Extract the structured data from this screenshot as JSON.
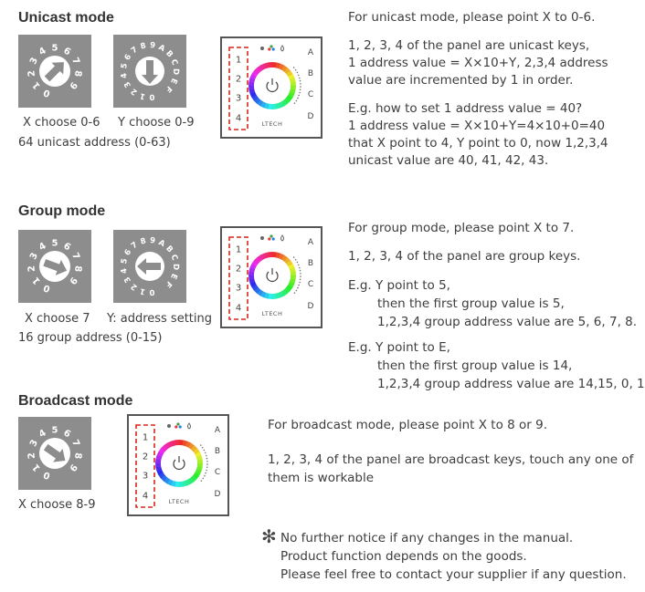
{
  "unicast": {
    "title": "Unicast mode",
    "x_caption": "X choose 0-6",
    "y_caption": "Y choose 0-9",
    "address_caption": "64 unicast address (0-63)",
    "lines": [
      "For unicast mode, please point X to 0-6.",
      "1, 2, 3, 4  of the panel are unicast keys,",
      "1 address value = X×10+Y, 2,3,4 address",
      "value are incremented by 1 in order.",
      "E.g.  how to set 1 address value = 40?",
      "1 address value = X×10+Y=4×10+0=40",
      "that X point to 4, Y point to 0, now 1,2,3,4",
      "unicast value are 40, 41, 42, 43."
    ]
  },
  "group": {
    "title": "Group mode",
    "x_caption": "X choose 7",
    "y_caption": "Y: address setting",
    "address_caption": "16 group address (0-15)",
    "lines": [
      "For group mode, please point X to 7.",
      "1, 2, 3, 4  of the panel are group keys.",
      "E.g.  Y point to 5,",
      "then the first group value is 5,",
      "1,2,3,4 group address value are 5, 6, 7, 8.",
      "E.g.  Y point to E,",
      "then the first group value is 14,",
      "1,2,3,4 group address value are 14,15, 0, 1"
    ]
  },
  "broadcast": {
    "title": "Broadcast mode",
    "x_caption": "X choose 8-9",
    "lines": [
      "For broadcast mode, please point X to 8 or 9.",
      "1, 2, 3, 4 of the panel are broadcast keys, touch any one of",
      "them is workable"
    ]
  },
  "panel": {
    "keys_left": [
      "1",
      "2",
      "3",
      "4"
    ],
    "keys_right": [
      "A",
      "B",
      "C",
      "D"
    ],
    "brand": "LTECH",
    "power_icon": "power-icon",
    "top_icons": [
      "sun-icon",
      "color-icon",
      "drop-icon"
    ]
  },
  "dial_x_digits": [
    "0",
    "1",
    "2",
    "3",
    "4",
    "5",
    "6",
    "7",
    "8",
    "9"
  ],
  "dial_y_digits": [
    "0",
    "1",
    "2",
    "3",
    "4",
    "5",
    "6",
    "7",
    "8",
    "9",
    "A",
    "B",
    "C",
    "D",
    "E",
    "F"
  ],
  "notice": {
    "star": "✻",
    "lines": [
      "No further notice if any changes in the manual.",
      "Product function depends on the goods.",
      "Please feel free to contact your supplier if any question."
    ]
  },
  "colors": {
    "dial_bg": "#8d8d8d",
    "dashed_box": "#d9261c",
    "text": "#3d3d3d"
  }
}
